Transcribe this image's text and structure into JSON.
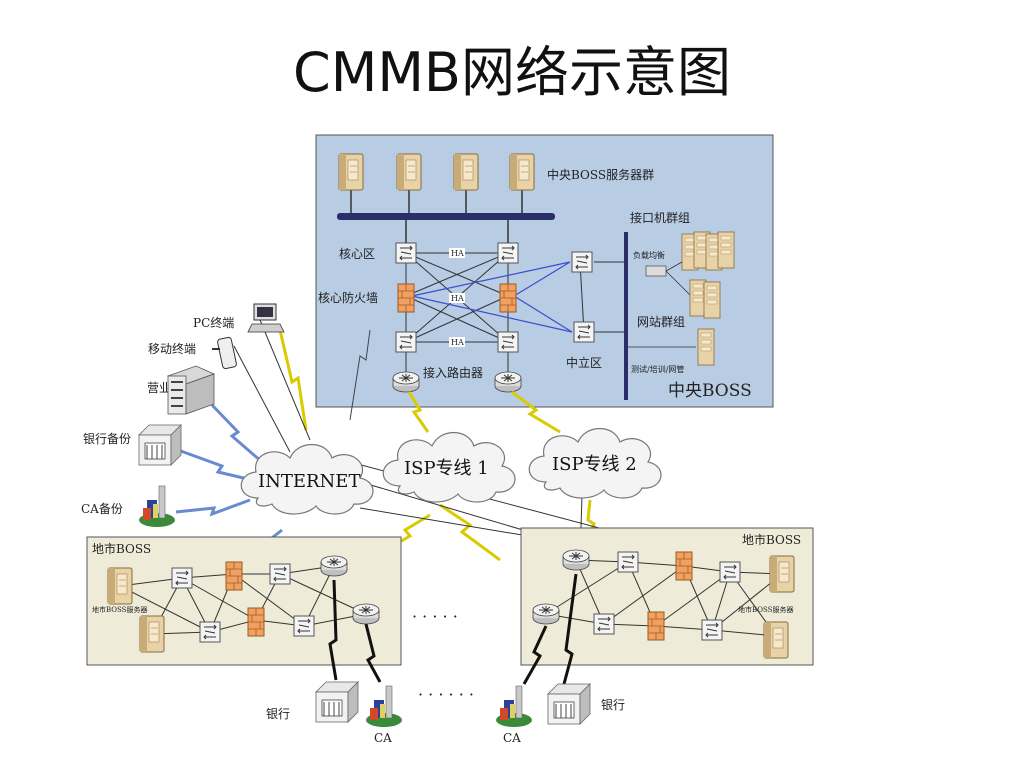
{
  "slide": {
    "title": "CMMB网络示意图"
  },
  "central": {
    "server_group_label": "中央BOSS服务器群",
    "core_zone_label": "核心区",
    "core_firewall_label": "核心防火墙",
    "access_router_label": "接入路由器",
    "neutral_zone_label": "中立区",
    "interface_group_label": "接口机群组",
    "load_balance_label": "负载均衡",
    "web_group_label": "网站群组",
    "test_label": "测试/培训/网管",
    "region_label": "中央BOSS",
    "ha_label": "HA"
  },
  "clouds": {
    "internet": "INTERNET",
    "isp1": "ISP专线 1",
    "isp2": "ISP专线 2"
  },
  "terminals": {
    "pc": "PC终端",
    "mobile": "移动终端",
    "hall": "营业厅",
    "bank_backup": "银行备份",
    "ca_backup": "CA备份"
  },
  "local_left": {
    "region_label": "地市BOSS",
    "server_label": "地市BOSS服务器"
  },
  "local_right": {
    "region_label": "地市BOSS",
    "server_label": "地市BOSS服务器"
  },
  "bottom": {
    "bank_left": "银行",
    "bank_right": "银行",
    "ca_left": "CA",
    "ca_right": "CA",
    "dots_mid": "· · · · ·",
    "dots_bottom": "· · · · · ·"
  },
  "colors": {
    "central_bg": "#b8cce4",
    "local_bg": "#eeecd9",
    "server_body": "#e8d2a8",
    "firewall": "#f0a060",
    "lightning": "#f2e600",
    "blue_link": "#3a4fd0"
  }
}
